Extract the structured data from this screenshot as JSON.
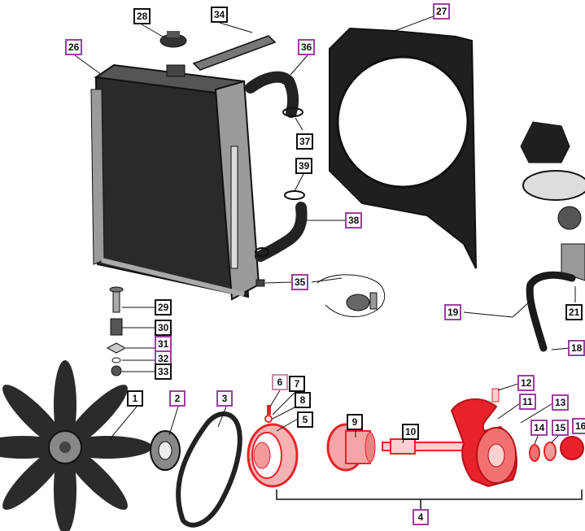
{
  "colors": {
    "line": "#111111",
    "part_dark": "#2a2a2a",
    "part_mid": "#8c8c8c",
    "highlight_box": "#9c3fa0",
    "red_parts": "#e8222a"
  },
  "callouts": {
    "c1": "1",
    "c2": "2",
    "c3": "3",
    "c4": "4",
    "c5": "5",
    "c6": "6",
    "c7": "7",
    "c8": "8",
    "c9": "9",
    "c10": "10",
    "c11": "11",
    "c12": "12",
    "c13": "13",
    "c14": "14",
    "c15": "15",
    "c16": "16",
    "c18": "18",
    "c19": "19",
    "c21": "21",
    "c26": "26",
    "c27": "27",
    "c28": "28",
    "c29": "29",
    "c30": "30",
    "c31": "31",
    "c32": "32",
    "c33": "33",
    "c34": "34",
    "c35": "35",
    "c36": "36",
    "c37": "37",
    "c38": "38",
    "c39": "39"
  }
}
